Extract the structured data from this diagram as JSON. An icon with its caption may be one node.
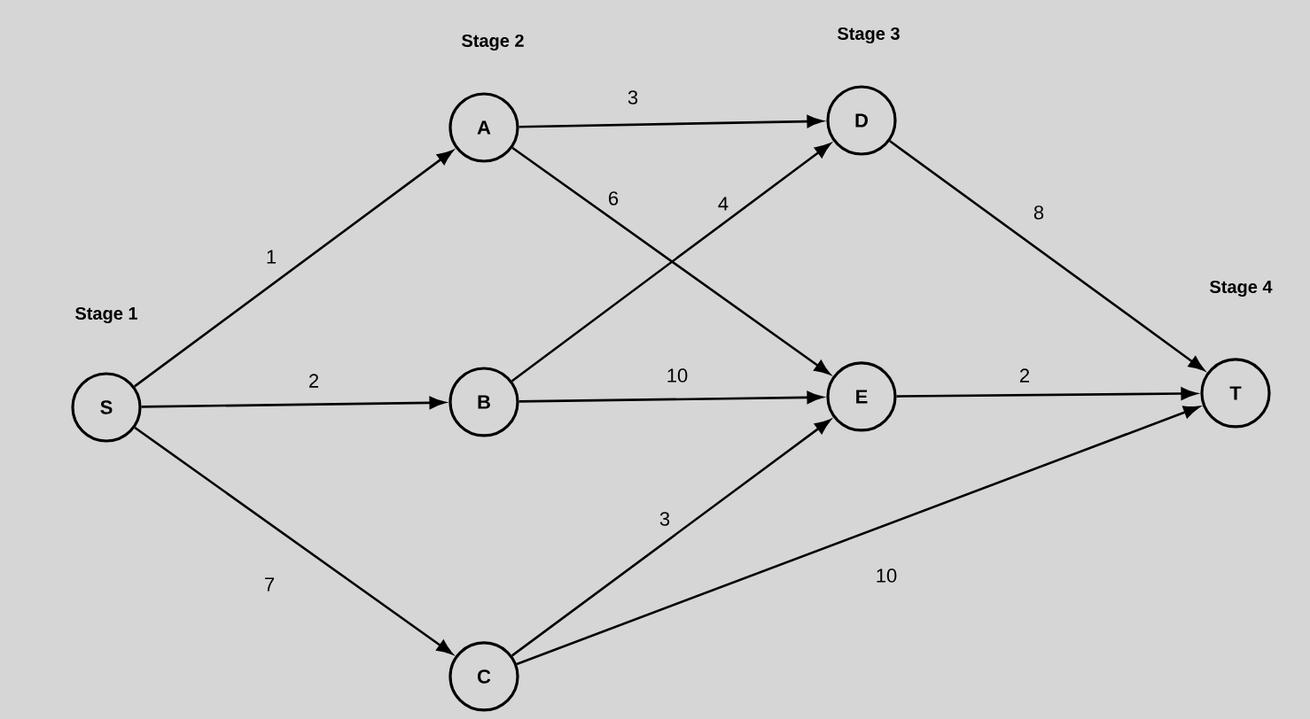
{
  "diagram": {
    "nodes": [
      {
        "text": [
          "S"
        ],
        "beside": [
          "Stage 1"
        ]
      },
      {
        "text": [
          "A"
        ],
        "beside": [
          "Stage 2"
        ]
      },
      {
        "text": [
          "B"
        ]
      },
      {
        "text": [
          "C"
        ]
      },
      {
        "text": [
          "D"
        ],
        "beside": [
          "Stage 3"
        ]
      },
      {
        "text": [
          "E"
        ]
      },
      {
        "text": [
          "T"
        ],
        "beside": [
          "Stage 4"
        ]
      }
    ],
    "edges": [
      {
        "from": 0,
        "to": 1,
        "arrow": "to",
        "label": "1"
      },
      {
        "from": 0,
        "to": 2,
        "arrow": "to",
        "label": "2"
      },
      {
        "from": 0,
        "to": 3,
        "arrow": "to",
        "label": "7"
      },
      {
        "from": 1,
        "to": 4,
        "arrow": "to",
        "label": "3"
      },
      {
        "from": 1,
        "to": 5,
        "arrow": "to",
        "label": "6"
      },
      {
        "from": 2,
        "to": 4,
        "arrow": "to",
        "label": "4"
      },
      {
        "from": 2,
        "to": 5,
        "arrow": "to",
        "label": "10"
      },
      {
        "from": 3,
        "to": 5,
        "arrow": "to",
        "label": "3"
      },
      {
        "from": 3,
        "to": 6,
        "arrow": "to",
        "label": "10"
      },
      {
        "from": 4,
        "to": 6,
        "arrow": "to",
        "label": "8"
      },
      {
        "from": 5,
        "to": 6,
        "arrow": "to",
        "label": "2"
      }
    ]
  }
}
